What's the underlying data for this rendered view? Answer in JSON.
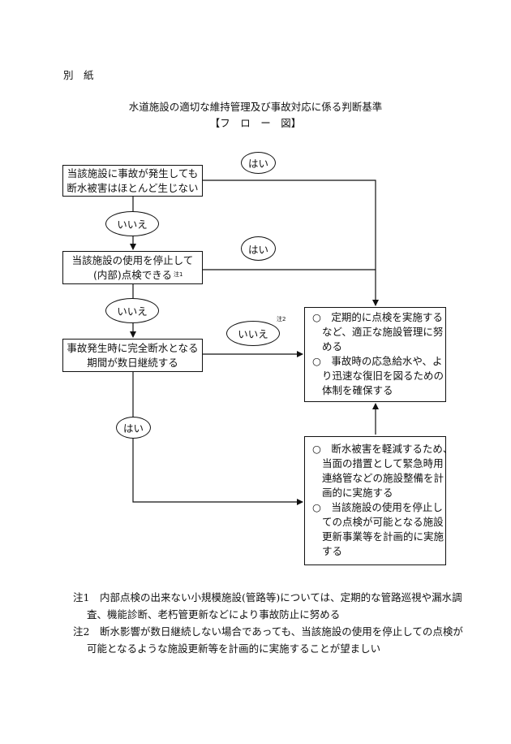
{
  "attachment_label": "別　紙",
  "title": "水道施設の適切な維持管理及び事故対応に係る判断基準",
  "subtitle": "【フ　ロ　ー　図】",
  "flow": {
    "box1": [
      "当該施設に事故が発生しても",
      "断水被害はほとんど生じない"
    ],
    "box2": [
      "当該施設の使用を停止して",
      "(内部)点検できる"
    ],
    "box2_note_mark": "注1",
    "box3": [
      "事故発生時に完全断水となる",
      "期間が数日継続する"
    ],
    "box_right_top": [
      "○　定期的に点検を実施する",
      "など、適正な施設管理に努",
      "める",
      "○　事故時の応急給水や、よ",
      "り迅速な復旧を図るための",
      "体制を確保する"
    ],
    "box_right_bottom": [
      "○　断水被害を軽減するため、",
      "当面の措置として緊急時用",
      "連絡管などの施設整備を計",
      "画的に実施する",
      "○　当該施設の使用を停止し",
      "ての点検が可能となる施設",
      "更新事業等を計画的に実施",
      "する"
    ],
    "oval_yes_1": "はい",
    "oval_no_1": "いいえ",
    "oval_yes_2": "はい",
    "oval_no_2": "いいえ",
    "oval_no_3": "いいえ",
    "oval_no_3_note_mark": "注2",
    "oval_yes_3": "はい"
  },
  "notes": [
    {
      "line1": "注1　内部点検の出来ない小規模施設(管路等)については、定期的な管路巡視や漏水調",
      "line2": "査、機能診断、老朽管更新などにより事故防止に努める"
    },
    {
      "line1": "注2　断水影響が数日継続しない場合であっても、当該施設の使用を停止しての点検が",
      "line2": "可能となるような施設更新等を計画的に実施することが望ましい"
    }
  ]
}
